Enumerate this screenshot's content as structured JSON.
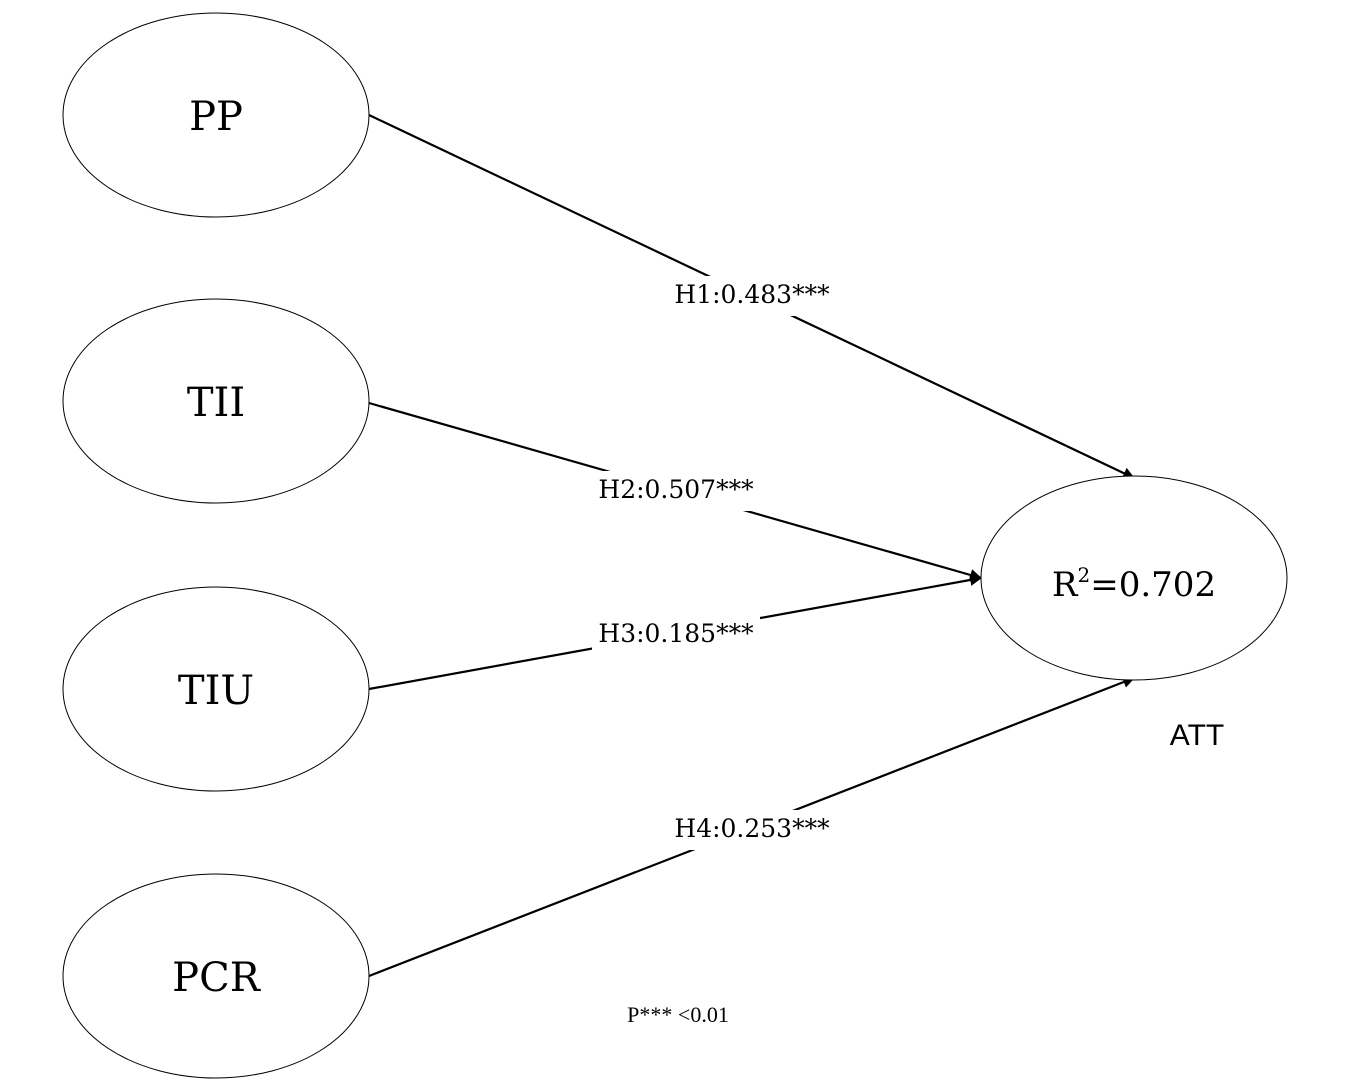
{
  "nodes": {
    "pp": {
      "label": "PP"
    },
    "tii": {
      "label": "TII"
    },
    "tiu": {
      "label": "TIU"
    },
    "pcr": {
      "label": "PCR"
    },
    "att": {
      "r2_prefix": "R",
      "r2_superscript": "2",
      "r2_value": "=0.702",
      "name": "ATT"
    }
  },
  "paths": [
    {
      "from": "PP",
      "to": "ATT",
      "label": "H1:0.483***"
    },
    {
      "from": "TII",
      "to": "ATT",
      "label": "H2:0.507***"
    },
    {
      "from": "TIU",
      "to": "ATT",
      "label": "H3:0.185***"
    },
    {
      "from": "PCR",
      "to": "ATT",
      "label": "H4:0.253***"
    }
  ],
  "footnote": "P*** <0.01",
  "colors": {
    "line": "#000000",
    "background": "#ffffff"
  }
}
